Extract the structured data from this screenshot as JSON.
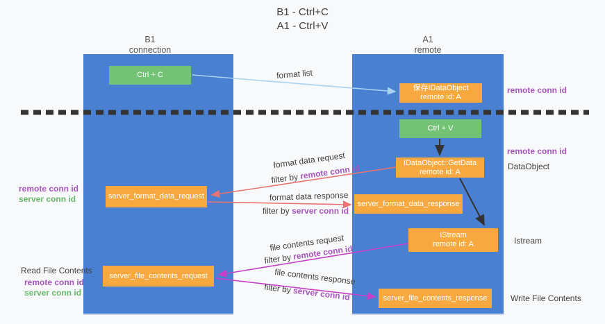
{
  "title": {
    "line1": "B1 - Ctrl+C",
    "line2": "A1 - Ctrl+V"
  },
  "colors": {
    "background": "#f8f9fa",
    "column_blue": "#4a80d2",
    "node_green": "#74c276",
    "node_orange": "#f7a940",
    "arrow_light_blue": "#a9d2f0",
    "arrow_salmon": "#e87370",
    "arrow_magenta": "#c73ec7",
    "arrow_black": "#333333",
    "text_purple": "#a855be",
    "text_green": "#67b96b",
    "text_dark": "#3f3f3f"
  },
  "columns": {
    "left": {
      "header_line1": "B1",
      "header_line2": "connection"
    },
    "right": {
      "header_line1": "A1",
      "header_line2": "remote"
    }
  },
  "nodes": {
    "ctrl_c": "Ctrl + C",
    "ctrl_v": "Ctrl + V",
    "save_dataobject": {
      "line1": "保存IDataObject",
      "line2": "remote id: A"
    },
    "getdata": {
      "line1": "IDataObject::GetData",
      "line2": "remote id: A"
    },
    "istream": {
      "line1": "IStream",
      "line2": "remote id: A"
    },
    "format_request": "server_format_data_request",
    "format_response": "server_format_data_response",
    "file_request": "server_file_contents_request",
    "file_response": "server_file_contents_response"
  },
  "labels": {
    "format_list": "format list",
    "format_data_request": "format data request",
    "format_data_response": "format data response",
    "file_contents_request": "file contents request",
    "file_contents_response": "file contents response",
    "filter_by": "filter by ",
    "remote_conn_id": "remote conn id",
    "server_conn_id": "server conn id",
    "dataobject": "DataObject",
    "istream": "Istream",
    "read_file_contents": "Read File Contents",
    "write_file_contents": "Write File Contents"
  }
}
